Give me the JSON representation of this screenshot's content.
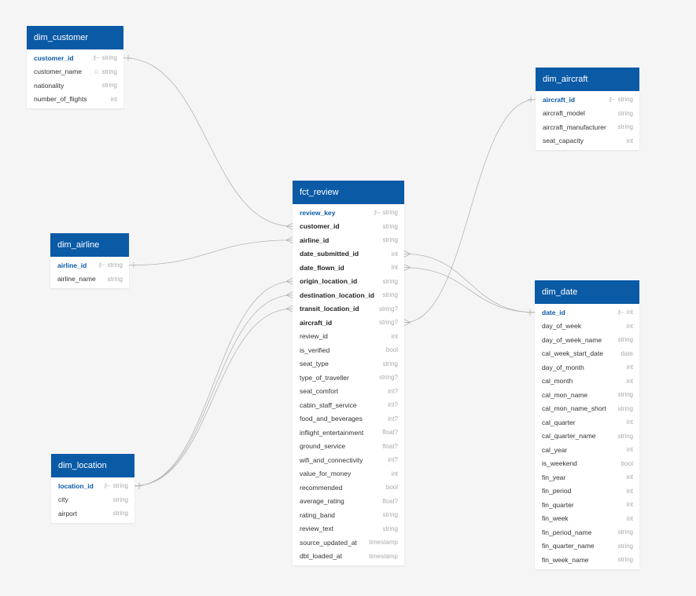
{
  "tables": [
    {
      "name": "dim_customer",
      "fields": [
        {
          "name": "customer_id",
          "type": "string",
          "pk": true
        },
        {
          "name": "customer_name",
          "type": "string",
          "icon": "person-icon"
        },
        {
          "name": "nationality",
          "type": "string"
        },
        {
          "name": "number_of_flights",
          "type": "int"
        }
      ]
    },
    {
      "name": "dim_aircraft",
      "fields": [
        {
          "name": "aircraft_id",
          "type": "string",
          "pk": true
        },
        {
          "name": "aircraft_model",
          "type": "string"
        },
        {
          "name": "aircraft_manufacturer",
          "type": "string"
        },
        {
          "name": "seat_capacity",
          "type": "int"
        }
      ]
    },
    {
      "name": "dim_airline",
      "fields": [
        {
          "name": "airline_id",
          "type": "string",
          "pk": true
        },
        {
          "name": "airline_name",
          "type": "string"
        }
      ]
    },
    {
      "name": "fct_review",
      "fields": [
        {
          "name": "review_key",
          "type": "string",
          "pk": true
        },
        {
          "name": "customer_id",
          "type": "string",
          "fk": true
        },
        {
          "name": "airline_id",
          "type": "string",
          "fk": true
        },
        {
          "name": "date_submitted_id",
          "type": "int",
          "fk": true
        },
        {
          "name": "date_flown_id",
          "type": "int",
          "fk": true
        },
        {
          "name": "origin_location_id",
          "type": "string",
          "fk": true
        },
        {
          "name": "destination_location_id",
          "type": "string",
          "fk": true
        },
        {
          "name": "transit_location_id",
          "type": "string?",
          "fk": true
        },
        {
          "name": "aircraft_id",
          "type": "string?",
          "fk": true
        },
        {
          "name": "review_id",
          "type": "int"
        },
        {
          "name": "is_verified",
          "type": "bool"
        },
        {
          "name": "seat_type",
          "type": "string"
        },
        {
          "name": "type_of_traveller",
          "type": "string?"
        },
        {
          "name": "seat_comfort",
          "type": "int?"
        },
        {
          "name": "cabin_staff_service",
          "type": "int?"
        },
        {
          "name": "food_and_beverages",
          "type": "int?"
        },
        {
          "name": "inflight_entertainment",
          "type": "float?"
        },
        {
          "name": "ground_service",
          "type": "float?"
        },
        {
          "name": "wifi_and_connectivity",
          "type": "int?"
        },
        {
          "name": "value_for_money",
          "type": "int"
        },
        {
          "name": "recommended",
          "type": "bool"
        },
        {
          "name": "average_rating",
          "type": "float?"
        },
        {
          "name": "rating_band",
          "type": "string"
        },
        {
          "name": "review_text",
          "type": "string"
        },
        {
          "name": "source_updated_at",
          "type": "timestamp"
        },
        {
          "name": "dbt_loaded_at",
          "type": "timestamp"
        }
      ]
    },
    {
      "name": "dim_date",
      "fields": [
        {
          "name": "date_id",
          "type": "int",
          "pk": true
        },
        {
          "name": "day_of_week",
          "type": "int"
        },
        {
          "name": "day_of_week_name",
          "type": "string"
        },
        {
          "name": "cal_week_start_date",
          "type": "date"
        },
        {
          "name": "day_of_month",
          "type": "int"
        },
        {
          "name": "cal_month",
          "type": "int"
        },
        {
          "name": "cal_mon_name",
          "type": "string"
        },
        {
          "name": "cal_mon_name_short",
          "type": "string"
        },
        {
          "name": "cal_quarter",
          "type": "int"
        },
        {
          "name": "cal_quarter_name",
          "type": "string"
        },
        {
          "name": "cal_year",
          "type": "int"
        },
        {
          "name": "is_weekend",
          "type": "bool"
        },
        {
          "name": "fin_year",
          "type": "int"
        },
        {
          "name": "fin_period",
          "type": "int"
        },
        {
          "name": "fin_quarter",
          "type": "int"
        },
        {
          "name": "fin_week",
          "type": "int"
        },
        {
          "name": "fin_period_name",
          "type": "string"
        },
        {
          "name": "fin_quarter_name",
          "type": "string"
        },
        {
          "name": "fin_week_name",
          "type": "string"
        }
      ]
    },
    {
      "name": "dim_location",
      "fields": [
        {
          "name": "location_id",
          "type": "string",
          "pk": true
        },
        {
          "name": "city",
          "type": "string"
        },
        {
          "name": "airport",
          "type": "string"
        }
      ]
    }
  ],
  "relationships": [
    {
      "from": "dim_customer.customer_id",
      "to": "fct_review.customer_id"
    },
    {
      "from": "dim_airline.airline_id",
      "to": "fct_review.airline_id"
    },
    {
      "from": "dim_aircraft.aircraft_id",
      "to": "fct_review.aircraft_id"
    },
    {
      "from": "dim_date.date_id",
      "to": "fct_review.date_submitted_id"
    },
    {
      "from": "dim_date.date_id",
      "to": "fct_review.date_flown_id"
    },
    {
      "from": "dim_location.location_id",
      "to": "fct_review.origin_location_id"
    },
    {
      "from": "dim_location.location_id",
      "to": "fct_review.destination_location_id"
    },
    {
      "from": "dim_location.location_id",
      "to": "fct_review.transit_location_id"
    }
  ],
  "colors": {
    "header": "#0a5aa6",
    "link": "#b5b5b5"
  }
}
